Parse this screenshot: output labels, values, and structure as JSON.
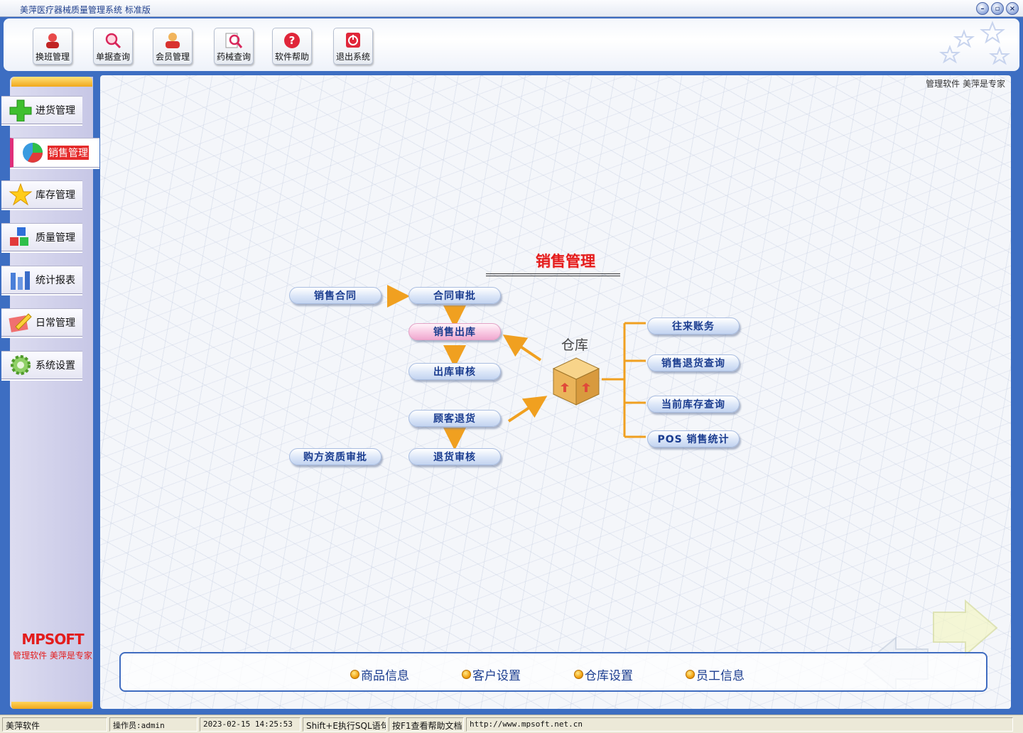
{
  "window": {
    "title": "美萍医疗器械质量管理系统 标准版",
    "minimize_icon": "minimize-icon",
    "restore_icon": "restore-icon",
    "close_icon": "close-icon"
  },
  "toolbar": {
    "items": [
      {
        "label": "换班管理",
        "icon": "shift-user-icon"
      },
      {
        "label": "单据查询",
        "icon": "document-search-icon"
      },
      {
        "label": "会员管理",
        "icon": "member-icon"
      },
      {
        "label": "药械查询",
        "icon": "device-search-icon"
      },
      {
        "label": "软件帮助",
        "icon": "help-icon"
      },
      {
        "label": "退出系统",
        "icon": "power-icon"
      }
    ]
  },
  "sidebar": {
    "items": [
      {
        "label": "进货管理",
        "icon": "plus-icon"
      },
      {
        "label": "销售管理",
        "icon": "pie-chart-icon",
        "active": true
      },
      {
        "label": "库存管理",
        "icon": "star-icon"
      },
      {
        "label": "质量管理",
        "icon": "blocks-icon"
      },
      {
        "label": "统计报表",
        "icon": "bar-chart-icon"
      },
      {
        "label": "日常管理",
        "icon": "pencil-icon"
      },
      {
        "label": "系统设置",
        "icon": "gear-icon"
      }
    ],
    "brand_logo": "MPSOFT",
    "brand_slogan": "管理软件 美萍是专家"
  },
  "main": {
    "tagline": "管理软件 美萍是专家",
    "flow_title": "销售管理",
    "warehouse_label": "仓库",
    "nodes": {
      "sales_contract": "销售合同",
      "contract_approval": "合同审批",
      "sales_outbound": "销售出库",
      "outbound_audit": "出库审核",
      "customer_return": "顾客退货",
      "return_audit": "退货审核",
      "buyer_qualification": "购方资质审批",
      "accounts": "往来账务",
      "sales_return_query": "销售退货查询",
      "current_stock_query": "当前库存查询",
      "pos_stats": "POS 销售统计"
    },
    "bottom_links": [
      "商品信息",
      "客户设置",
      "仓库设置",
      "员工信息"
    ]
  },
  "statusbar": {
    "company": "美萍软件",
    "operator": "操作员:admin",
    "datetime": "2023-02-15 14:25:53",
    "sql_hint": "Shift+E执行SQL语句",
    "help_hint": "按F1查看帮助文档",
    "url": "http://www.mpsoft.net.cn"
  },
  "colors": {
    "frame_blue": "#3d6ec2",
    "accent_red": "#e31c1c",
    "arrow_orange": "#f0a020",
    "node_text": "#1a3c8f"
  }
}
